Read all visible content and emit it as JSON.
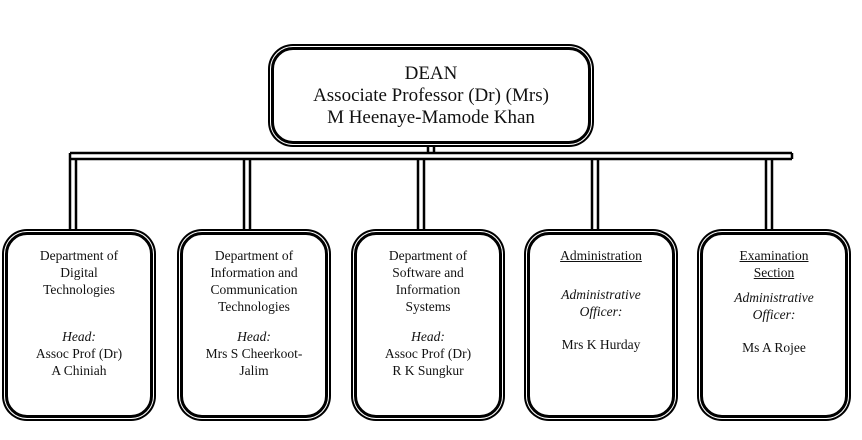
{
  "dean": {
    "title": "DEAN",
    "line2": "Associate Professor (Dr) (Mrs)",
    "line3": "M Heenaye-Mamode Khan"
  },
  "units": [
    {
      "name_lines": [
        "Department of",
        "Digital",
        "Technologies"
      ],
      "role": "Head:",
      "person_lines": [
        "Assoc Prof (Dr)",
        "A Chiniah"
      ]
    },
    {
      "name_lines": [
        "Department of",
        "Information and",
        "Communication",
        "Technologies"
      ],
      "role": "Head:",
      "person_lines": [
        "Mrs S Cheerkoot-",
        "Jalim"
      ]
    },
    {
      "name_lines": [
        "Department of",
        "Software and",
        "Information",
        "Systems"
      ],
      "role": "Head:",
      "person_lines": [
        "Assoc Prof (Dr)",
        "R K Sungkur"
      ]
    },
    {
      "name_lines": [
        "Administration"
      ],
      "role_lines": [
        "Administrative",
        "Officer:"
      ],
      "person_lines": [
        "Mrs K Hurday"
      ]
    },
    {
      "name_lines": [
        "Examination",
        "Section"
      ],
      "role_lines": [
        "Administrative",
        "Officer:"
      ],
      "person_lines": [
        "Ms A Rojee"
      ]
    }
  ]
}
